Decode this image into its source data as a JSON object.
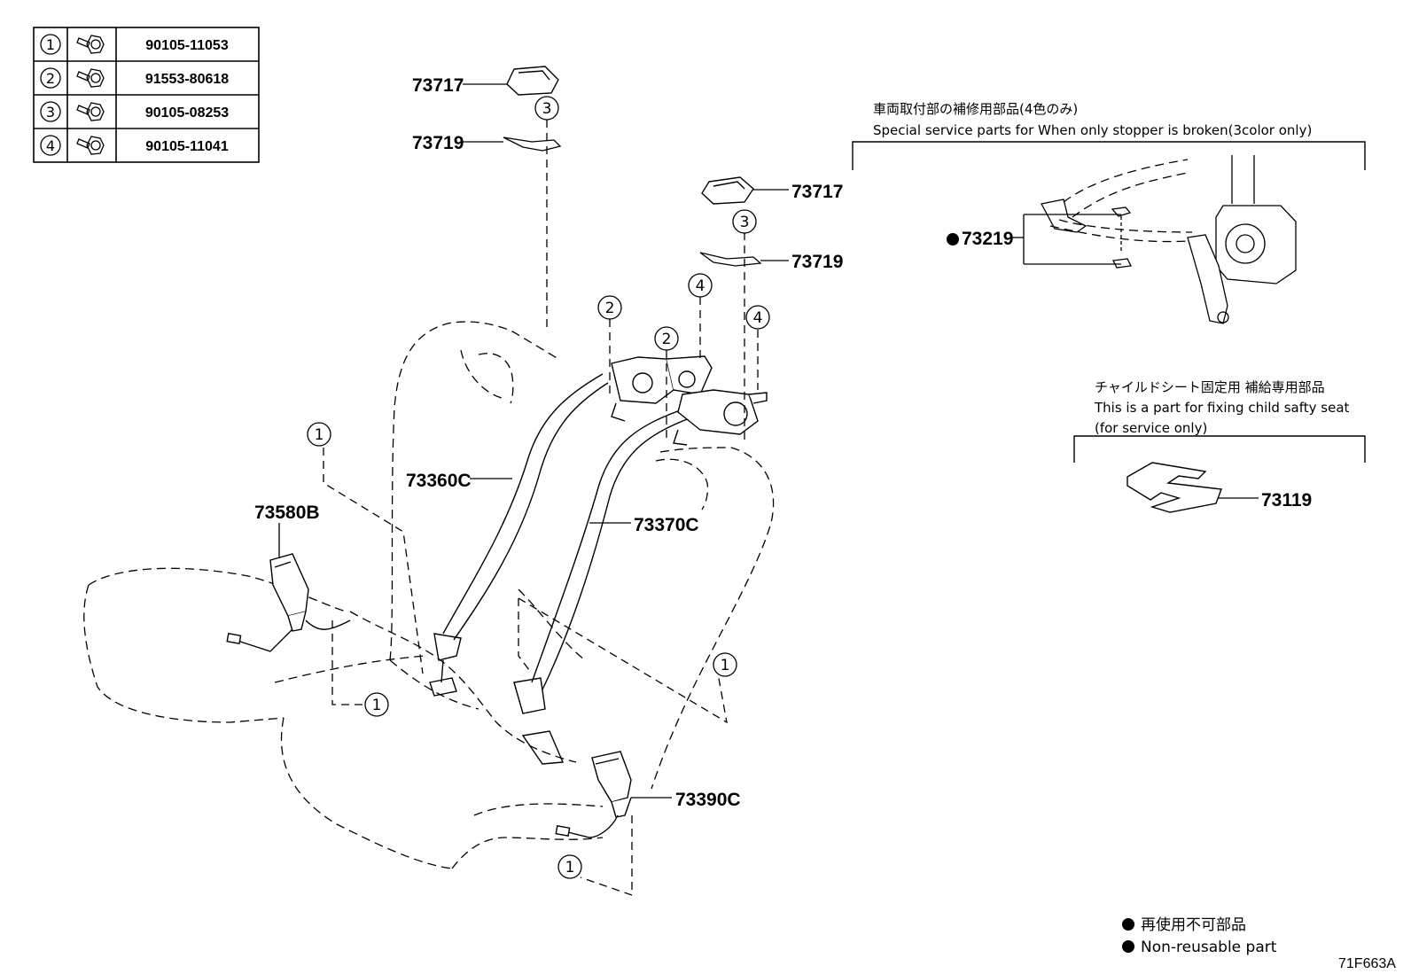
{
  "bolt_table": [
    {
      "ref": "1",
      "part_no": "90105-11053"
    },
    {
      "ref": "2",
      "part_no": "91553-80618"
    },
    {
      "ref": "3",
      "part_no": "90105-08253"
    },
    {
      "ref": "4",
      "part_no": "90105-11041"
    }
  ],
  "callouts": {
    "p73717_left": "73717",
    "p73719_left": "73719",
    "p73717_right": "73717",
    "p73719_right": "73719",
    "p73360c": "73360C",
    "p73370c": "73370C",
    "p73580b": "73580B",
    "p73390c": "73390C",
    "p73219": "73219",
    "p73119": "73119"
  },
  "ref_circles": {
    "r3_left": "3",
    "r3_right": "3",
    "r2_a": "2",
    "r2_b": "2",
    "r4_a": "4",
    "r4_b": "4",
    "r1_a": "1",
    "r1_b": "1",
    "r1_c": "1",
    "r1_d": "1"
  },
  "notes": {
    "stopper_jp": "車両取付部の補修用部品(4色のみ)",
    "stopper_en": "Special service parts for When only stopper is broken(3color only)",
    "child_jp": "チャイルドシート固定用 補給専用部品",
    "child_en1": "This is a part for fixing child safty seat",
    "child_en2": "(for service only)"
  },
  "legend": {
    "jp": "再使用不可部品",
    "en": "Non-reusable part"
  },
  "diagram_code": "71F663A"
}
